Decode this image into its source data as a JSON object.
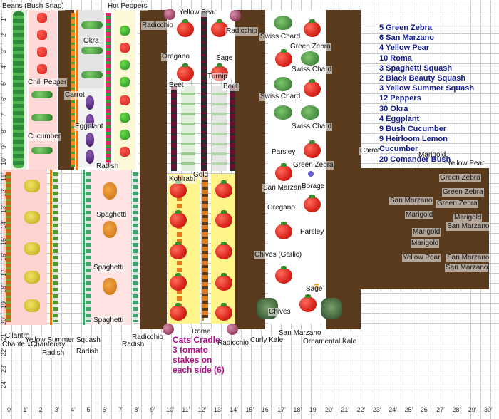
{
  "top_ruler": [
    "0'",
    "1'",
    "2'",
    "3'",
    "4'",
    "5'",
    "6'",
    "7'",
    "8'",
    "9'",
    "10'",
    "11'",
    "12'",
    "13'",
    "14'",
    "15'",
    "16'",
    "17'",
    "18'",
    "19'",
    "20'",
    "21'",
    "22'",
    "23'",
    "24'",
    "25'",
    "26'",
    "27'",
    "28'",
    "29'",
    "30'"
  ],
  "left_ruler": [
    "1'",
    "2'",
    "3'",
    "4'",
    "5'",
    "6'",
    "7'",
    "8'",
    "9'",
    "10'",
    "11'",
    "12'",
    "13'",
    "14'",
    "15'",
    "16'",
    "17'",
    "18'",
    "19'",
    "20'",
    "21'",
    "22'",
    "23'",
    "24'"
  ],
  "legend": [
    "5 Green Zebra",
    "6 San Marzano",
    "4 Yellow Pear",
    "10 Roma",
    "3 Spaghetti Squash",
    "2 Black Beauty Squash",
    "3 Yellow Summer Squash",
    "12 Peppers",
    "30 Okra",
    "4 Eggplant",
    "9 Bush Cucumber",
    "9 Heirloom Lemon",
    "Cucumber",
    "20 Comander Bush"
  ],
  "cats_cradle": [
    "Cats Cradle",
    "3 tomato",
    "stakes on",
    "each side (6)"
  ],
  "labels": {
    "beans": "Beans (Bush Snap)",
    "chili_pepper": "Chili Pepper",
    "cucumber": "Cucumber",
    "okra": "Okra",
    "carrot1": "Carrot",
    "eggplant": "Eggplant",
    "radish1": "Radish",
    "hot_peppers": "Hot Peppers",
    "radicchio1": "Radicchio",
    "yellow_pear": "Yellow Pear",
    "radicchio2": "Radicchio",
    "oregano1": "Oregano",
    "sage1": "Sage",
    "beet1": "Beet",
    "turnip": "Turnip",
    "beet2": "Beet",
    "kohlrabi": "Kohlrabi",
    "gold": "Gold",
    "swiss_chard1": "Swiss Chard",
    "green_zebra1": "Green Zebra",
    "swiss_chard2": "Swiss Chard",
    "swiss_chard3": "Swiss Chard",
    "swiss_chard4": "Swiss Chard",
    "parsley1": "Parsley",
    "green_zebra2": "Green Zebra",
    "san_marzano1": "San Marzano",
    "borage": "Borage",
    "oregano2": "Oregano",
    "parsley2": "Parsley",
    "chives_garlic": "Chives (Garlic)",
    "sage2": "Sage",
    "chives": "Chives",
    "san_marzano2": "San Marzano",
    "curly_kale": "Curly Kale",
    "ornamental_kale": "Ornamental Kale",
    "carrot2": "Carrot",
    "marigold_top": "Marigold",
    "yellow_pear_right": "Yellow Pear",
    "spaghetti1": "Spaghetti",
    "spaghetti2": "Spaghetti",
    "spaghetti3": "Spaghetti",
    "cilantro": "Cilantro",
    "chantenay1": "Chantenay",
    "yellow_summer_squash": "Yellow Summer Squash",
    "chantenay2": "Chantenay",
    "radish2": "Radish",
    "radish3": "Radish",
    "radish4": "Radish",
    "radicchio3": "Radicchio",
    "roma": "Roma",
    "radicchio4": "Radicchio"
  },
  "right_bed_labels": [
    "Green Zebra",
    "Green Zebra",
    "Green Zebra",
    "San Marzano",
    "Marigold",
    "Marigold",
    "San Marzano",
    "Marigold",
    "Marigold",
    "Yellow Pear",
    "San Marzano",
    "San Marzano"
  ]
}
